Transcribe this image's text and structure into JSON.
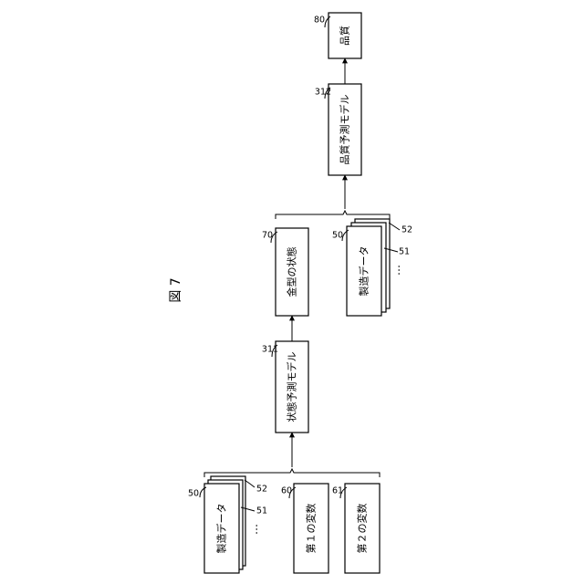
{
  "figure": {
    "label": "図 7"
  },
  "input_group": {
    "manufacturing_data": {
      "label": "製造データ",
      "ref": "50",
      "ref_sheet_1": "51",
      "ref_sheet_2": "52",
      "ellipsis": "⋯"
    },
    "first_variable": {
      "label": "第１の変数",
      "ref": "60"
    },
    "second_variable": {
      "label": "第２の変数",
      "ref": "61"
    }
  },
  "state_model": {
    "label": "状態予測モデル",
    "ref": "311"
  },
  "middle_group": {
    "mold_state": {
      "label": "金型の状態",
      "ref": "70"
    },
    "manufacturing_data": {
      "label": "製造データ",
      "ref": "50",
      "ref_sheet_1": "51",
      "ref_sheet_2": "52",
      "ellipsis": "⋯"
    }
  },
  "quality_model": {
    "label": "品質予測モデル",
    "ref": "312"
  },
  "quality": {
    "label": "品質",
    "ref": "80"
  }
}
